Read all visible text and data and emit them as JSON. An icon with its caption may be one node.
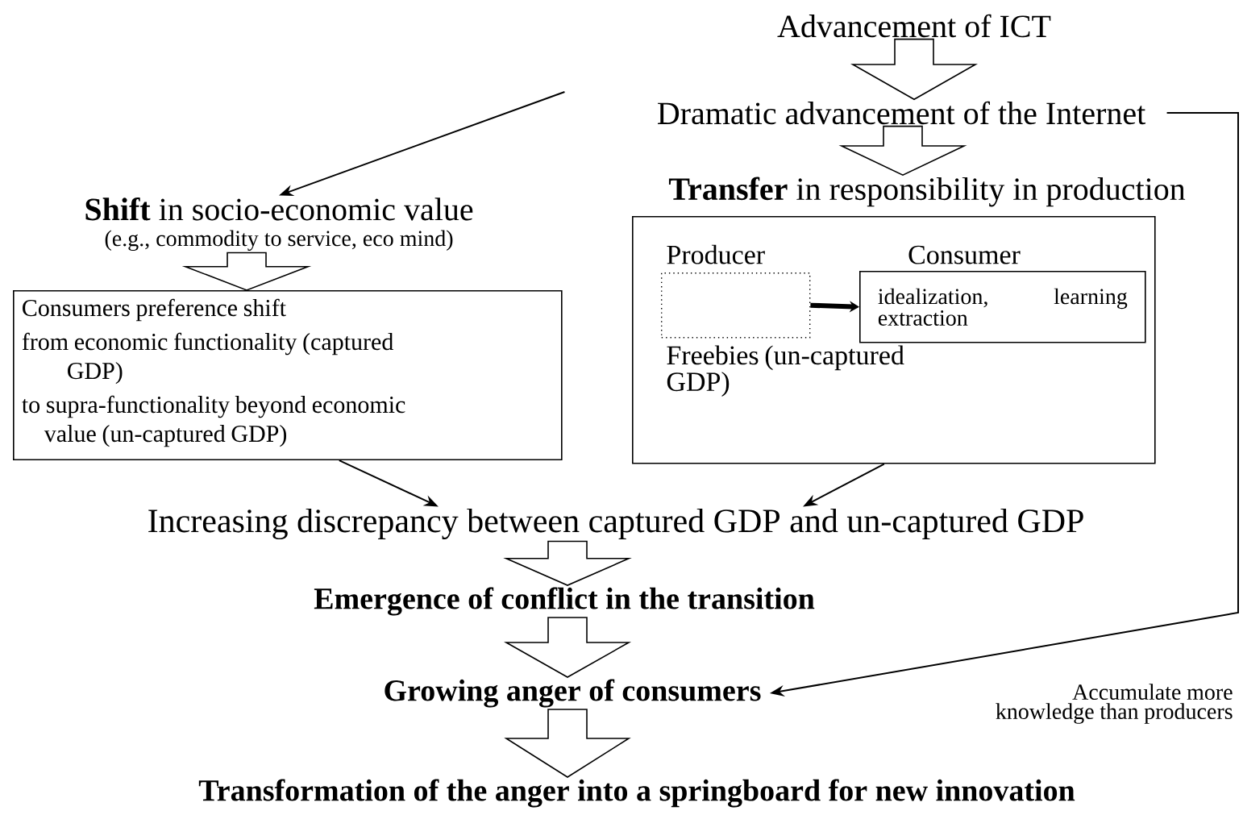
{
  "diagram": {
    "nodes": [
      {
        "text": [
          "Advancement of ICT"
        ]
      },
      {
        "text": [
          "Dramatic advancement of the Internet"
        ]
      },
      {
        "text": [
          "**Shift** in socio-economic value",
          "(e.g., commodity to service, eco mind)"
        ]
      },
      {
        "text": [
          "**Transfer** in responsibility in production"
        ]
      },
      {
        "text": [
          "Consumers preference shift",
          "from economic functionality (captured GDP)",
          "to supra-functionality beyond economic value (un-captured GDP)"
        ]
      },
      {
        "text": [],
        "shape": "box"
      },
      {
        "text": [
          "Producer"
        ],
        "beside": [
          "Freebies (un-captured GDP)"
        ],
        "in": 5
      },
      {
        "text": [
          "Consumer",
          "idealization, learning extraction"
        ],
        "in": 5
      },
      {
        "text": [
          "Increasing discrepancy between captured GDP and un-captured GDP"
        ]
      },
      {
        "text": [
          "Emergence of conflict in the transition"
        ]
      },
      {
        "text": [
          "Growing anger of consumers"
        ]
      },
      {
        "text": [
          "Transformation of the anger into a springboard for new innovation"
        ]
      }
    ],
    "edges": [
      {
        "from": 0,
        "to": 1,
        "arrow": "to"
      },
      {
        "from": 1,
        "to": 3,
        "arrow": "to"
      },
      {
        "from": 1,
        "to": 2,
        "arrow": "to"
      },
      {
        "from": 2,
        "to": 4,
        "arrow": "to"
      },
      {
        "from": 6,
        "to": 7,
        "arrow": "to",
        "style": "thick"
      },
      {
        "from": 4,
        "to": 8,
        "arrow": "to"
      },
      {
        "from": 5,
        "to": 8,
        "arrow": "to"
      },
      {
        "from": 8,
        "to": 9,
        "arrow": "to"
      },
      {
        "from": 9,
        "to": 10,
        "arrow": "to"
      },
      {
        "from": 10,
        "to": 11,
        "arrow": "to"
      },
      {
        "from": 1,
        "to": 10,
        "arrow": "to",
        "label": "Accumulate more knowledge than producers"
      }
    ]
  }
}
